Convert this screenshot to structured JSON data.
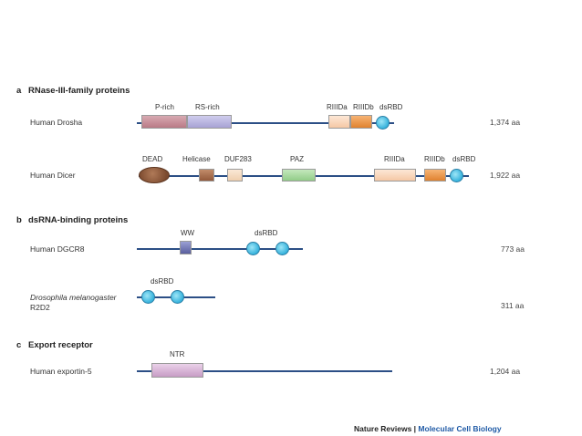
{
  "sections": {
    "a": {
      "letter": "a",
      "title": "RNase-III-family proteins"
    },
    "b": {
      "letter": "b",
      "title": "dsRNA-binding proteins"
    },
    "c": {
      "letter": "c",
      "title": "Export receptor"
    }
  },
  "proteins": {
    "drosha": {
      "name": "Human Drosha",
      "length": "1,374 aa",
      "domains": {
        "prich": "P-rich",
        "rsrich": "RS-rich",
        "rIIIda": "RIIIDa",
        "rIIIdb": "RIIIDb",
        "dsrbd": "dsRBD"
      }
    },
    "dicer": {
      "name": "Human Dicer",
      "length": "1,922 aa",
      "domains": {
        "dead": "DEAD",
        "helicase": "Helicase",
        "duf283": "DUF283",
        "paz": "PAZ",
        "rIIIda": "RIIIDa",
        "rIIIdb": "RIIIDb",
        "dsrbd": "dsRBD"
      }
    },
    "dgcr8": {
      "name": "Human DGCR8",
      "length": "773 aa",
      "domains": {
        "ww": "WW",
        "dsrbd": "dsRBD"
      }
    },
    "r2d2": {
      "name_line1": "Drosophila melanogaster",
      "name_line2": "R2D2",
      "length": "311 aa",
      "domains": {
        "dsrbd": "dsRBD"
      }
    },
    "exportin": {
      "name": "Human exportin-5",
      "length": "1,204 aa",
      "domains": {
        "ntr": "NTR"
      }
    }
  },
  "colors": {
    "line": "#2c4f86",
    "prich": "#c9919b",
    "rsrich": "#b8b4e0",
    "rIIIda": "#fbd9bf",
    "rIIIdb": "#f29a4a",
    "dsrbd": "#36b2dc",
    "dead": "#7c4a2e",
    "helicase": "#a86f4d",
    "duf283": "#f7dcc1",
    "paz": "#a8d9a0",
    "ww": "#6a6fae",
    "ntr": "#d6b5d4"
  },
  "footer": {
    "brand1": "Nature Reviews",
    "separator": " | ",
    "brand2": "Molecular Cell Biology"
  }
}
